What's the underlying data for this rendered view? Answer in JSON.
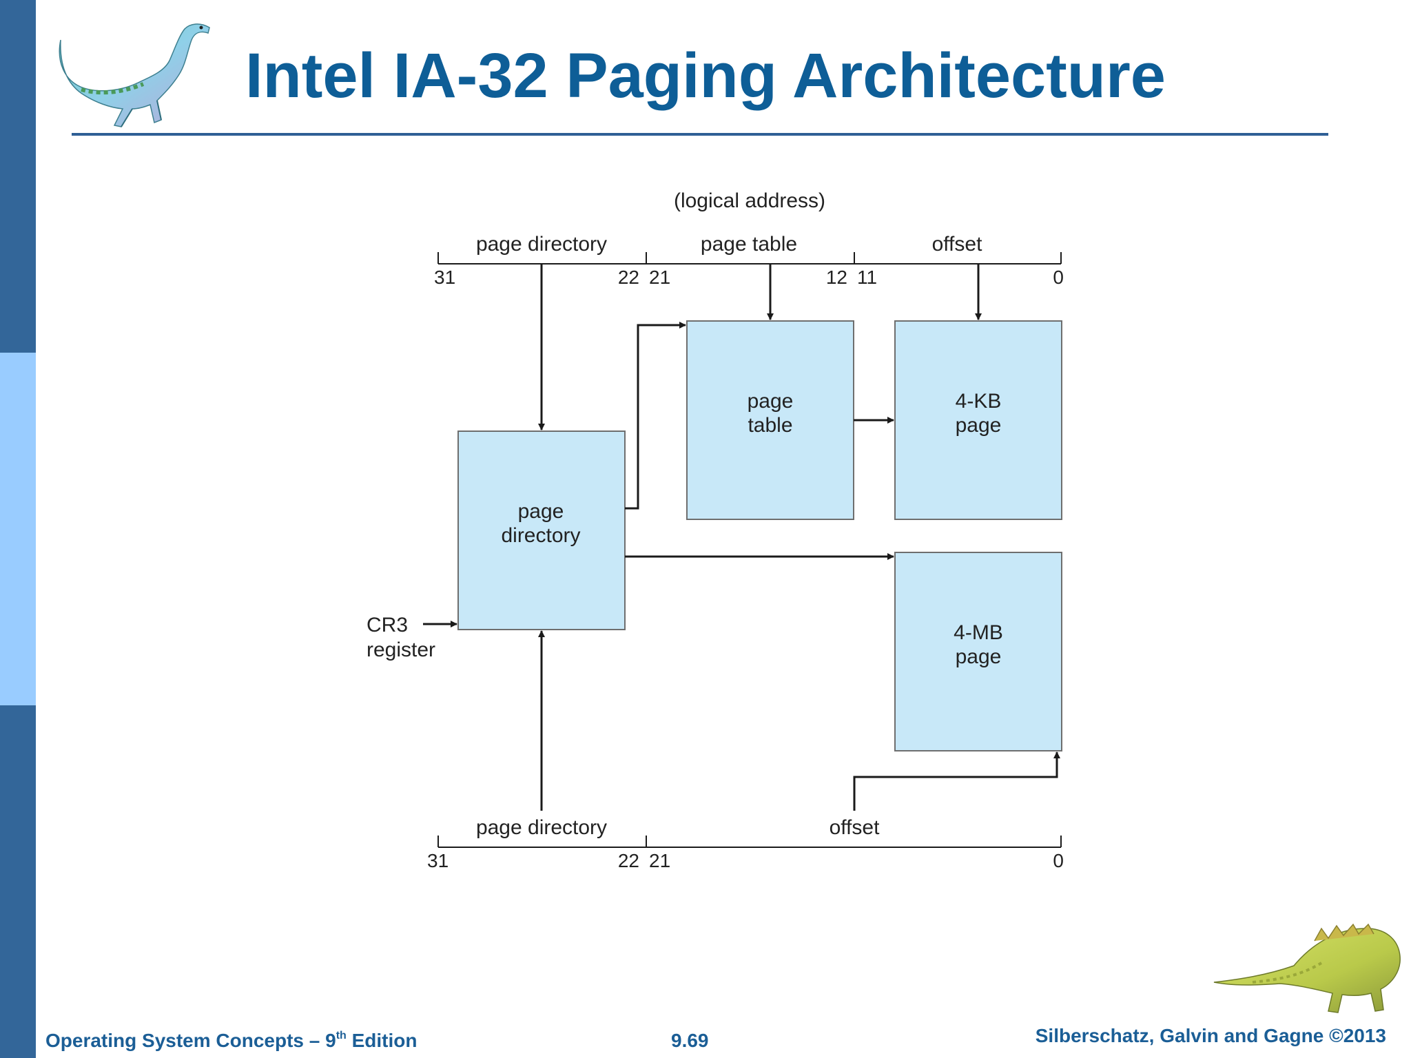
{
  "slide": {
    "title": "Intel IA-32 Paging Architecture",
    "colors": {
      "title": "#0e5e97",
      "rule": "#2f5f95",
      "bar_dark": "#336699",
      "bar_light": "#99ccff",
      "footer_text": "#1b5e96",
      "box_fill": "#c8e8f8",
      "box_stroke": "#6e6e6e",
      "line": "#1a1a1a"
    }
  },
  "diagram": {
    "logical_address_label": "(logical address)",
    "top_fields": [
      "page directory",
      "page table",
      "offset"
    ],
    "top_bits": [
      "31",
      "22",
      "21",
      "12",
      "11",
      "0"
    ],
    "boxes": {
      "page_directory": [
        "page",
        "directory"
      ],
      "page_table": [
        "page",
        "table"
      ],
      "page_4kb": [
        "4-KB",
        "page"
      ],
      "page_4mb": [
        "4-MB",
        "page"
      ]
    },
    "cr3": [
      "CR3",
      "register"
    ],
    "bottom_fields": [
      "page directory",
      "offset"
    ],
    "bottom_bits": [
      "31",
      "22",
      "21",
      "0"
    ]
  },
  "footer": {
    "left_prefix": "Operating System Concepts – 9",
    "left_sup": "th",
    "left_suffix": " Edition",
    "center": "9.69",
    "right": "Silberschatz, Galvin and Gagne ©2013"
  }
}
